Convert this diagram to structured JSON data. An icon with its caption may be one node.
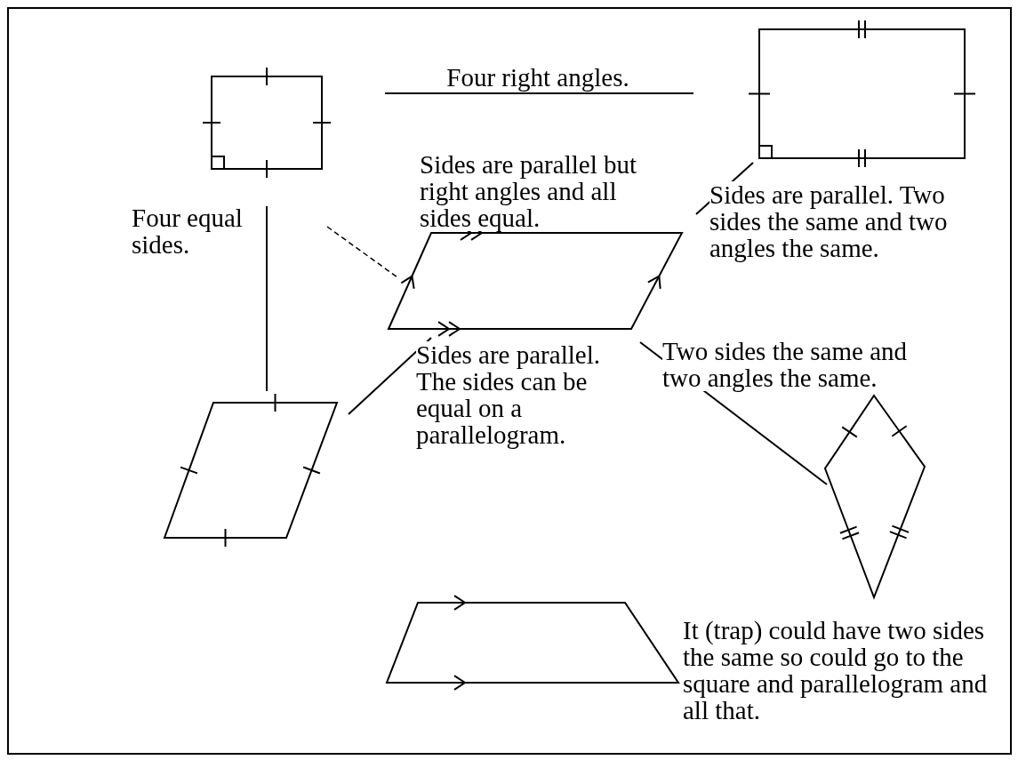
{
  "diagram": {
    "nodes": [
      {
        "text": [],
        "shape": "square"
      },
      {
        "text": [],
        "shape": "rectangle"
      },
      {
        "text": [],
        "shape": "parallelogram"
      },
      {
        "text": [],
        "shape": "rhombus"
      },
      {
        "text": [],
        "shape": "kite"
      },
      {
        "text": [],
        "shape": "trapezoid"
      }
    ],
    "edges": [
      {
        "from": 0,
        "to": 1,
        "arrow": "none",
        "label": "Four right angles."
      },
      {
        "from": 0,
        "to": 3,
        "arrow": "none",
        "label": "Four equal sides."
      },
      {
        "from": 0,
        "to": 2,
        "arrow": "none",
        "style": "dashed",
        "label": "Sides are parallel but right angles and all sides equal."
      },
      {
        "from": 1,
        "to": 2,
        "arrow": "none",
        "label": "Sides are parallel. Two sides the same and two angles the same."
      },
      {
        "from": 3,
        "to": 2,
        "arrow": "none",
        "label": "Sides are parallel. The sides can be equal on a parallelogram."
      },
      {
        "from": 2,
        "to": 4,
        "arrow": "none",
        "label": "Two sides the same and two angles the same."
      }
    ],
    "labels": [
      "It (trap) could have two sides the same so could go to the square and parallelogram and all that."
    ]
  }
}
